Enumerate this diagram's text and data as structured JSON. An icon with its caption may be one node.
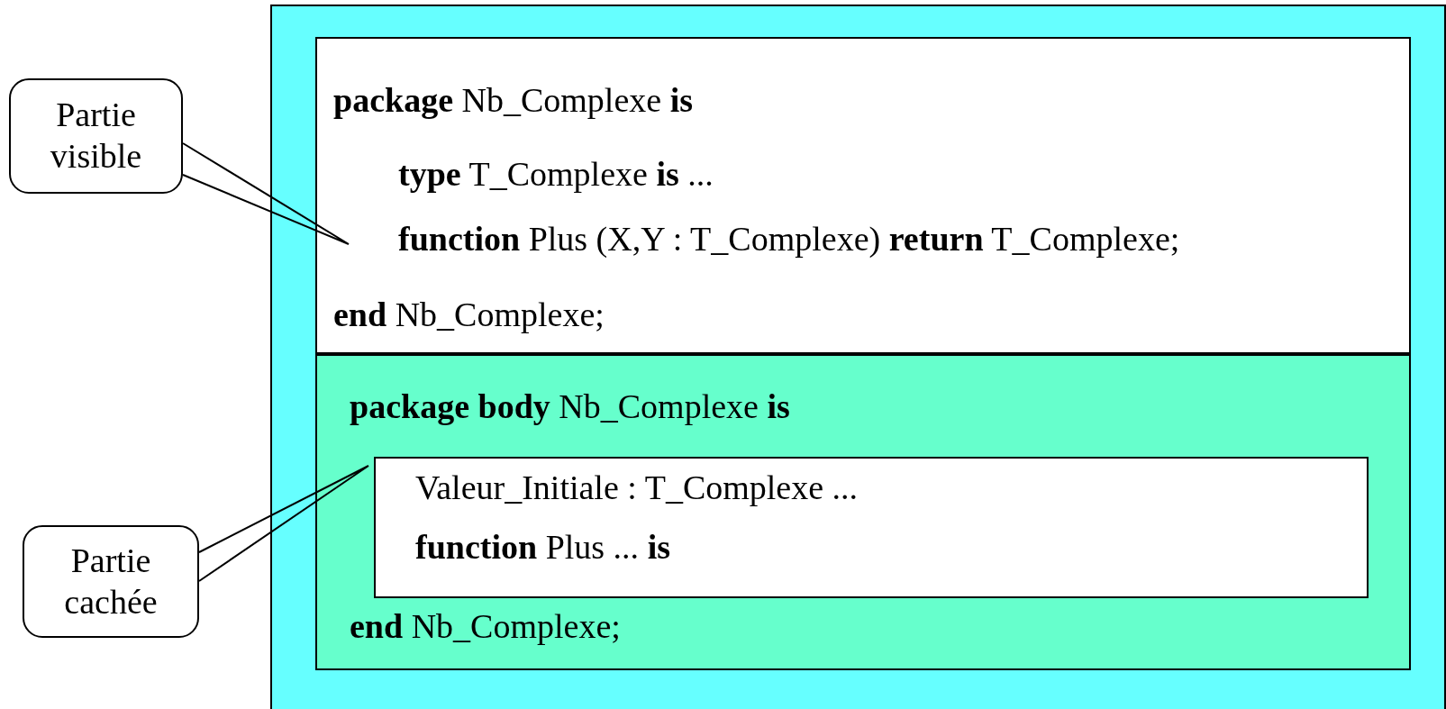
{
  "diagram": {
    "nodes": [
      {
        "text": [],
        "shape": "box"
      },
      {
        "text": [
          "**package** Nb_Complexe **is**",
          "**type** T_Complexe **is** ...",
          "**function** Plus (X,Y : T_Complexe) **return** T_Complexe;",
          "**end** Nb_Complexe;"
        ],
        "in": 0
      },
      {
        "text": [
          "**package body** Nb_Complexe **is**",
          "**end** Nb_Complexe;"
        ],
        "in": 0
      },
      {
        "text": [
          "Valeur_Initiale : T_Complexe ...",
          "**function** Plus ... **is**"
        ],
        "in": 2
      },
      {
        "text": [
          "Partie visible"
        ]
      },
      {
        "text": [
          "Partie cachée"
        ]
      }
    ],
    "edges": [
      {
        "from": 4,
        "to": 1,
        "arrow": "none"
      },
      {
        "from": 5,
        "to": 3,
        "arrow": "none"
      }
    ]
  }
}
